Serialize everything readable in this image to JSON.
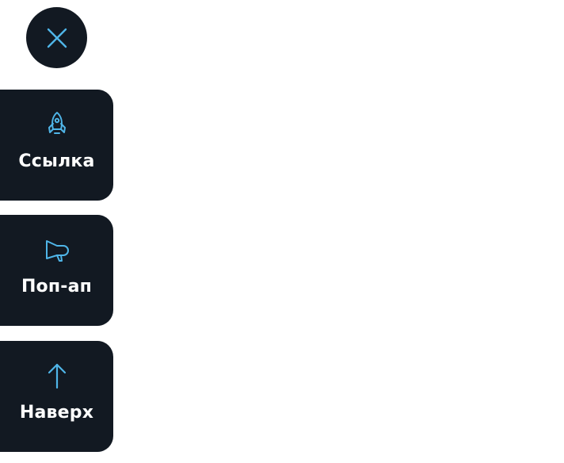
{
  "colors": {
    "button_bg": "#121922",
    "icon_accent": "#4fb5e8",
    "label_text": "#ffffff",
    "page_bg": "#ffffff"
  },
  "close_button": {
    "icon": "close-icon"
  },
  "actions": [
    {
      "label": "Ссылка",
      "icon": "rocket-icon"
    },
    {
      "label": "Поп-ап",
      "icon": "megaphone-icon"
    },
    {
      "label": "Наверх",
      "icon": "arrow-up-icon"
    }
  ]
}
